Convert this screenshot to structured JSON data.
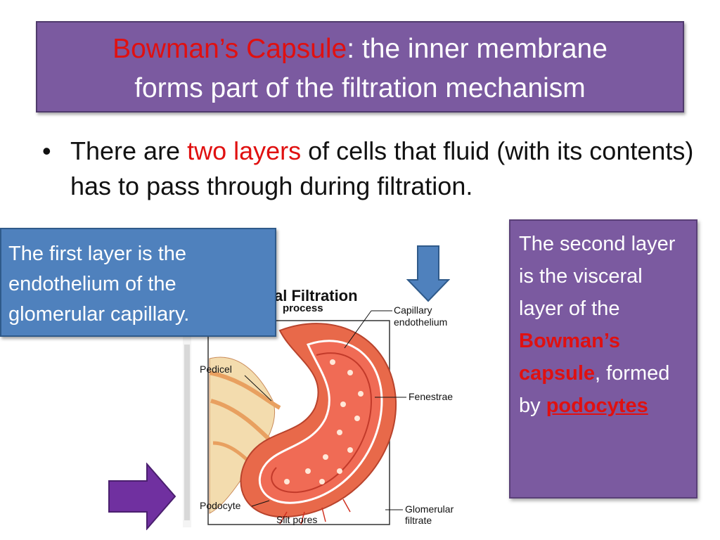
{
  "title": {
    "highlight": "Bowman’s Capsule",
    "rest_line1": ": the inner membrane",
    "line2": "forms part of the filtration mechanism"
  },
  "bullet": {
    "part1": "There are ",
    "highlight": "two layers",
    "part2": " of cells that fluid (with its contents) has to pass through during filtration."
  },
  "left_box": {
    "text": "The first layer is the endothelium of the glomerular capillary."
  },
  "right_box": {
    "part1": "The second layer is the visceral layer of the ",
    "highlight": "Bowman’s capsule",
    "part2": ", formed by ",
    "link": "podocytes"
  },
  "diagram": {
    "heading": "al Filtration",
    "sub": "process",
    "labels": {
      "capillary": "Capillary",
      "endothelium": "endothelium",
      "pedicel": "Pedicel",
      "fenestrae": "Fenestrae",
      "podocyte": "Podocyte",
      "slit_pores": "Slit pores",
      "glomerular": "Glomerular",
      "filtrate": "filtrate"
    }
  },
  "colors": {
    "title_bg": "#7b5aa0",
    "left_box_bg": "#4f81bd",
    "right_box_bg": "#7b5aa0",
    "accent_red": "#e01010",
    "down_arrow": "#4f81bd",
    "right_arrow": "#7030a0"
  }
}
